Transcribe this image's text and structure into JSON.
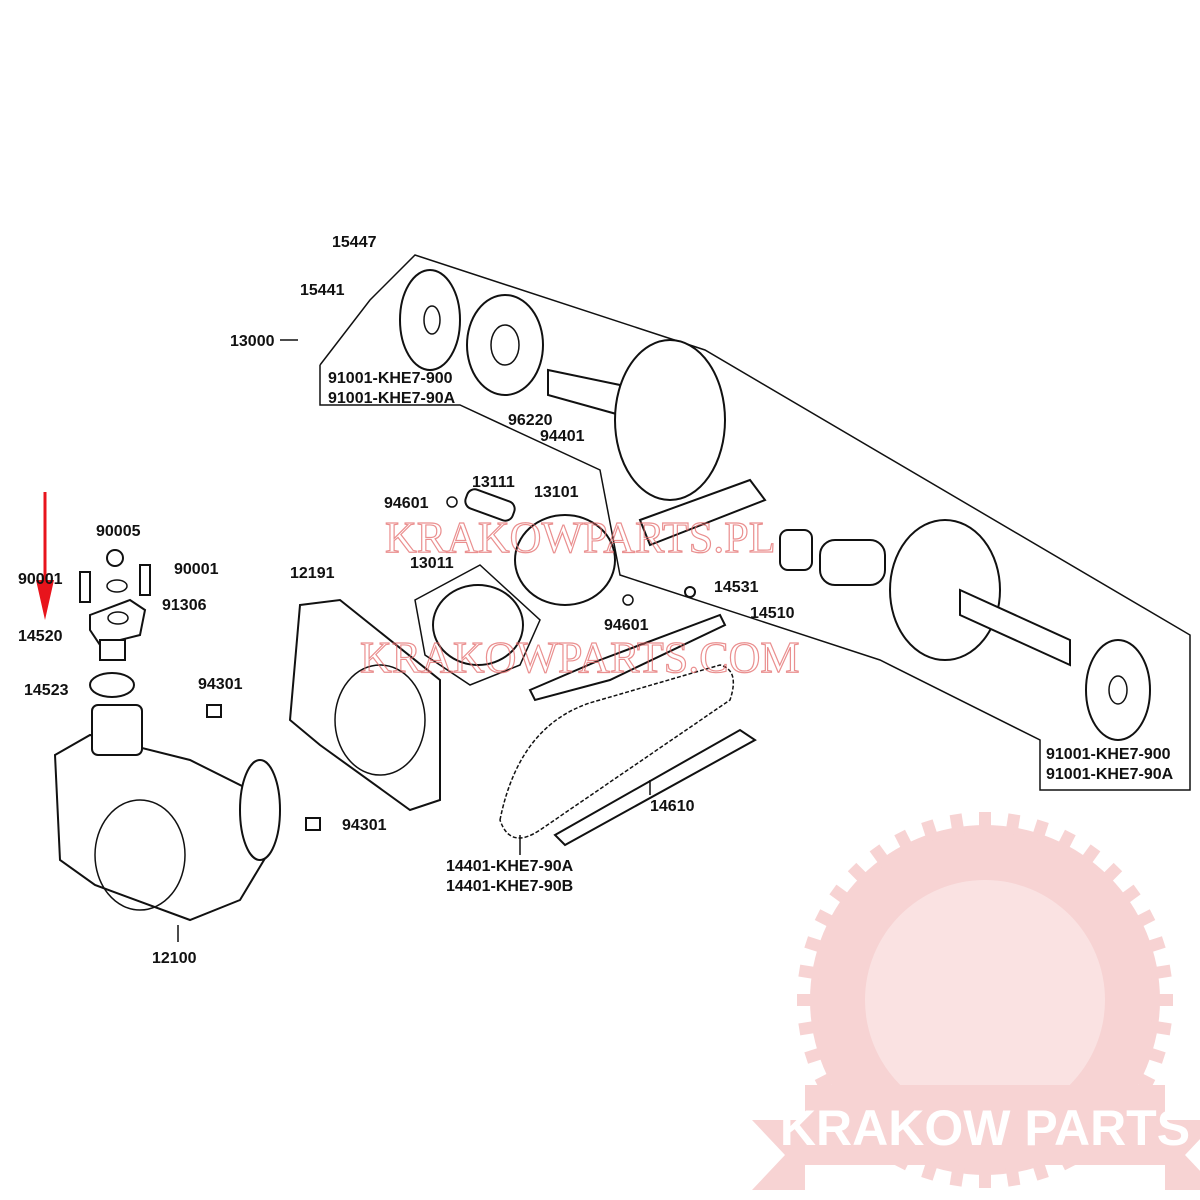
{
  "labels": {
    "p15447": "15447",
    "p15441": "15441",
    "p13000": "13000",
    "p91001_900_a": "91001-KHE7-900",
    "p91001_90a_a": "91001-KHE7-90A",
    "p96220": "96220",
    "p94401": "94401",
    "p94601_a": "94601",
    "p13111": "13111",
    "p13101": "13101",
    "p13011": "13011",
    "p94601_b": "94601",
    "p14531": "14531",
    "p14510": "14510",
    "p12191": "12191",
    "p90005": "90005",
    "p90001_left": "90001",
    "p90001_right": "90001",
    "p91306": "91306",
    "p14520": "14520",
    "p14523": "14523",
    "p94301_a": "94301",
    "p94301_b": "94301",
    "p14610": "14610",
    "p14401_90a": "14401-KHE7-90A",
    "p14401_90b": "14401-KHE7-90B",
    "p12100": "12100",
    "p91001_900_b": "91001-KHE7-900",
    "p91001_90a_b": "91001-KHE7-90A"
  },
  "watermarks": {
    "pl": "KRAKOWPARTS.PL",
    "com": "KRAKOWPARTS.COM"
  },
  "logo": {
    "text": "KRAKOW PARTS",
    "color": "#f7d3d3"
  },
  "indicator": {
    "arrow_color": "#e8141c",
    "points_to": "14520"
  }
}
